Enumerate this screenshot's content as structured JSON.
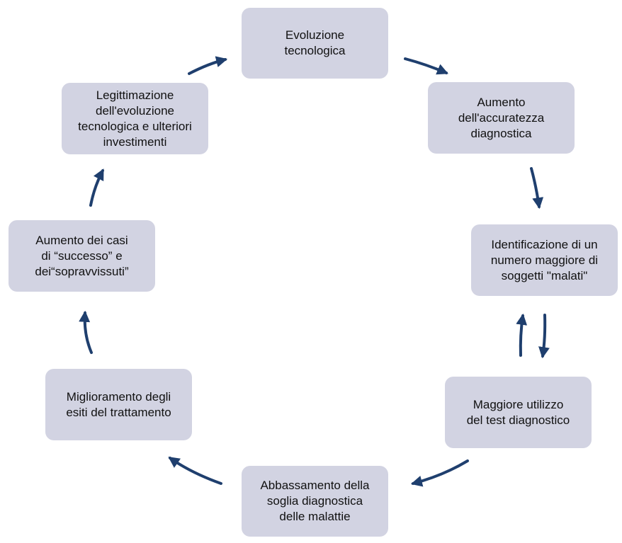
{
  "diagram": {
    "arrow_color": "#1f3f6e",
    "box_color": "#d2d3e2",
    "nodes": [
      {
        "id": "evoluzione",
        "lines": [
          "Evoluzione",
          "tecnologica"
        ]
      },
      {
        "id": "accuratezza",
        "lines": [
          "Aumento",
          "dell'accuratezza",
          "diagnostica"
        ]
      },
      {
        "id": "identificazione",
        "lines": [
          "Identificazione di un",
          "numero maggiore di",
          "soggetti \"malati\""
        ]
      },
      {
        "id": "utilizzo",
        "lines": [
          "Maggiore utilizzo",
          "del test diagnostico"
        ]
      },
      {
        "id": "abbassamento",
        "lines": [
          "Abbassamento della",
          "soglia diagnostica",
          "delle malattie"
        ]
      },
      {
        "id": "miglioramento",
        "lines": [
          "Miglioramento degli",
          "esiti del trattamento"
        ]
      },
      {
        "id": "casi",
        "lines": [
          "Aumento dei casi",
          "di “successo” e",
          "dei“sopravvissuti”"
        ]
      },
      {
        "id": "legittimazione",
        "lines": [
          "Legittimazione",
          "dell'evoluzione",
          "tecnologica e ulteriori",
          "investimenti"
        ]
      }
    ]
  }
}
